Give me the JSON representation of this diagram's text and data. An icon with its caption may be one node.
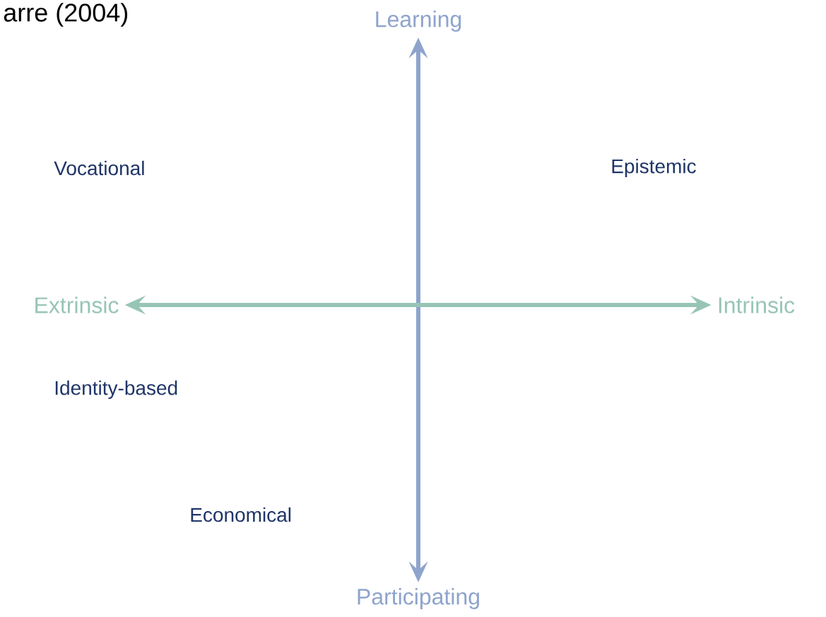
{
  "diagram": {
    "title": "arre (2004)",
    "nodes": [
      {
        "text": [
          "Learning"
        ]
      },
      {
        "text": [
          "Participating"
        ]
      },
      {
        "text": [
          "Extrinsic"
        ]
      },
      {
        "text": [
          "Intrinsic"
        ]
      }
    ],
    "edges": [
      {
        "from": 0,
        "to": 1,
        "arrow": "both",
        "color": "#8ea4cc"
      },
      {
        "from": 2,
        "to": 3,
        "arrow": "both",
        "color": "#97c5b5"
      }
    ],
    "labels": [
      "Vocational",
      "Epistemic",
      "Identity-based",
      "Economical"
    ]
  }
}
